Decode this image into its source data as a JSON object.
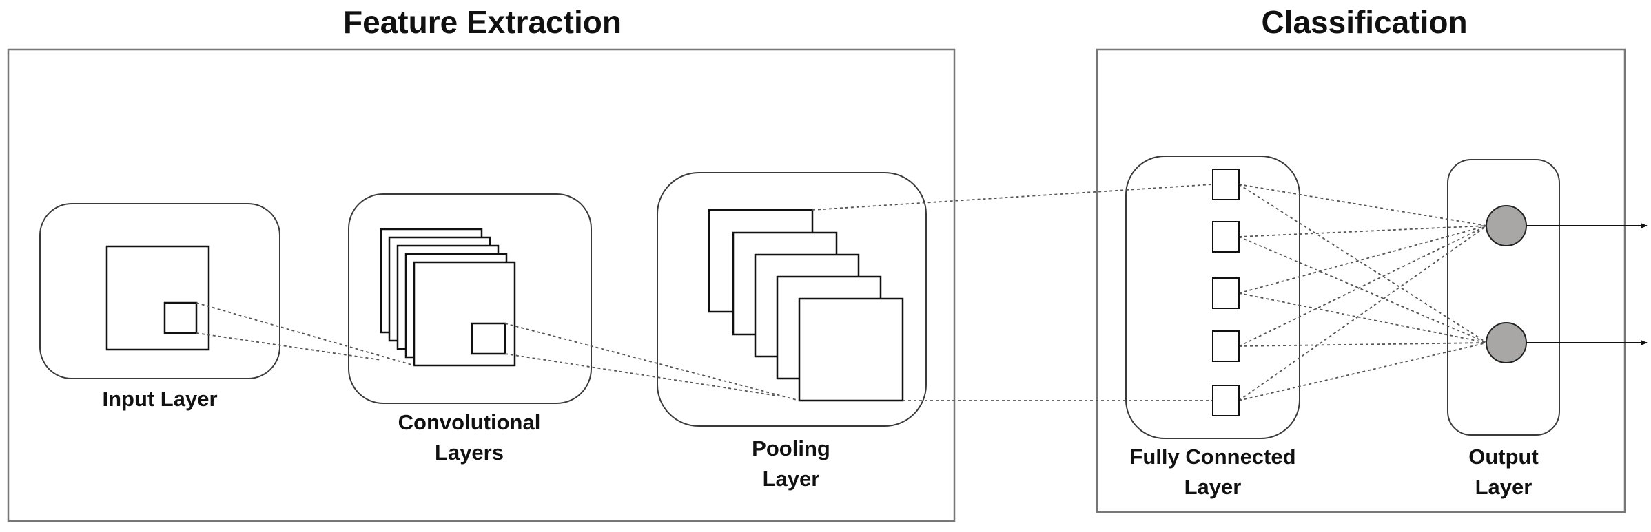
{
  "sections": {
    "feature_extraction": {
      "title": "Feature Extraction"
    },
    "classification": {
      "title": "Classification"
    }
  },
  "layers": {
    "input": {
      "label": "Input Layer"
    },
    "convolutional": {
      "label_line1": "Convolutional",
      "label_line2": "Layers"
    },
    "pooling": {
      "label_line1": "Pooling",
      "label_line2": "Layer"
    },
    "fully_connected": {
      "label_line1": "Fully Connected",
      "label_line2": "Layer",
      "unit_count": 5
    },
    "output": {
      "label_line1": "Output",
      "label_line2": "Layer",
      "neuron_count": 2
    }
  },
  "colors": {
    "neuron_fill": "#a9a6a6",
    "frame_stroke": "#777777",
    "connection_stroke": "#555555"
  }
}
